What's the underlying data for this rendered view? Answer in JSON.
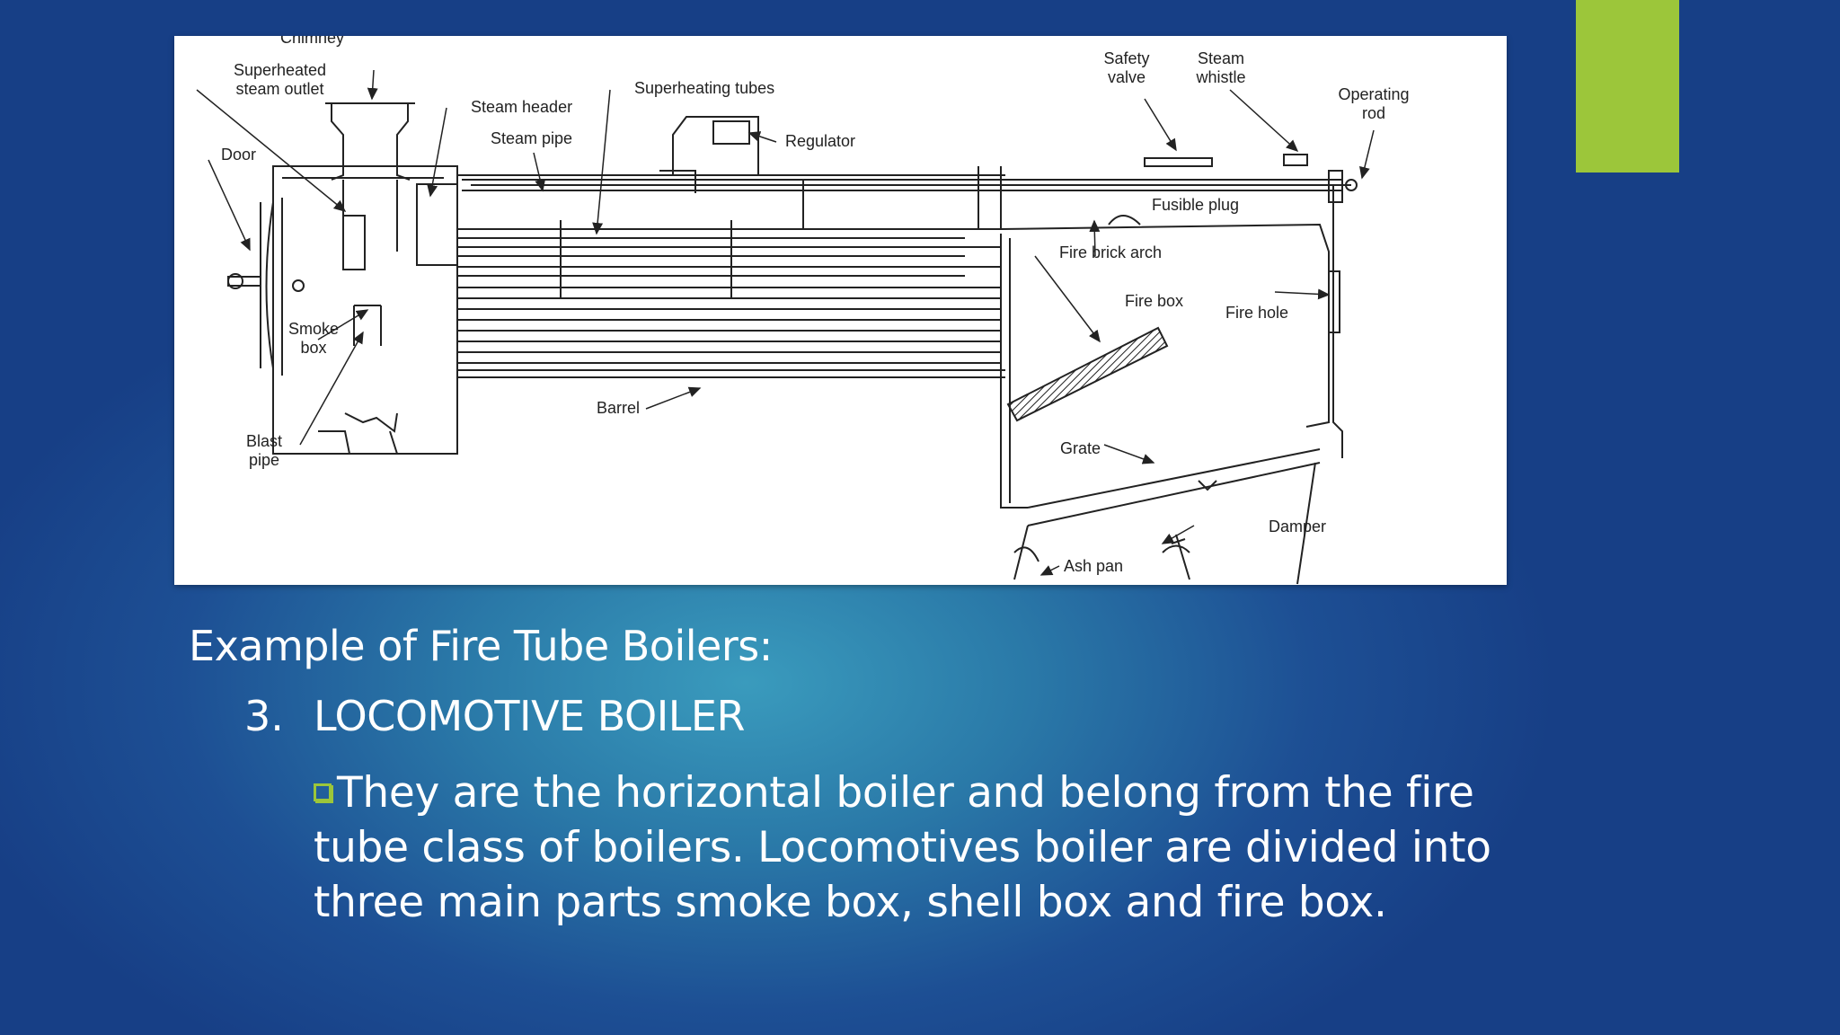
{
  "slide": {
    "heading": "Example of Fire Tube Boilers:",
    "item_number": "3.",
    "item_title": "LOCOMOTIVE BOILER",
    "bullet_text": "They are the horizontal boiler and belong from the fire tube class of boilers. Locomotives boiler are divided into three main parts smoke box, shell box and fire box.",
    "accent_color": "#9cc63a"
  },
  "diagram": {
    "labels": {
      "chimney": "Chimney",
      "superheated_steam_outlet": "Superheated\nsteam outlet",
      "door": "Door",
      "steam_header": "Steam header",
      "steam_pipe": "Steam pipe",
      "superheating_tubes": "Superheating tubes",
      "regulator": "Regulator",
      "safety_valve": "Safety\nvalve",
      "steam_whistle": "Steam\nwhistle",
      "operating_rod": "Operating\nrod",
      "fusible_plug": "Fusible plug",
      "fire_brick_arch": "Fire brick arch",
      "fire_box": "Fire box",
      "fire_hole": "Fire hole",
      "smoke_box": "Smoke\nbox",
      "blast_pipe": "Blast\npipe",
      "barrel": "Barrel",
      "grate": "Grate",
      "damper": "Damper",
      "ash_pan": "Ash pan"
    }
  }
}
